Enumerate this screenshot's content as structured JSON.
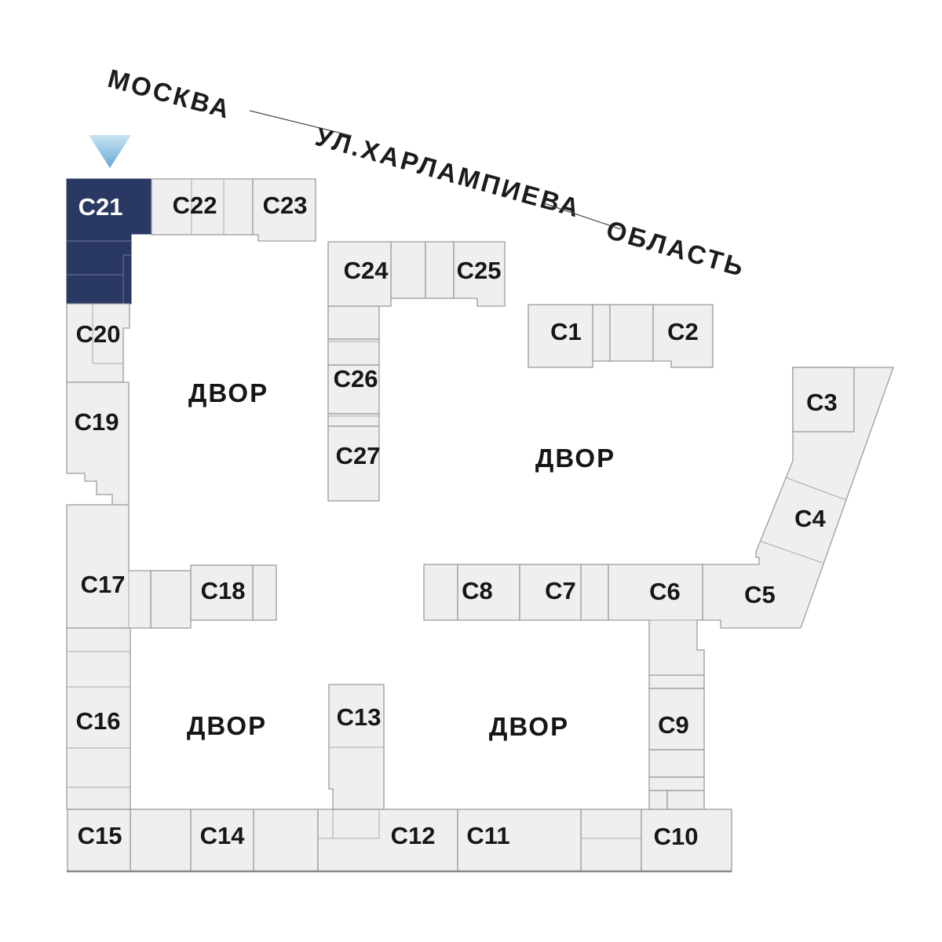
{
  "streets": {
    "moskva": "МОСКВА",
    "kharlampieva": "УЛ.ХАРЛАМПИЕВА",
    "oblast": "ОБЛАСТЬ"
  },
  "courtyards": [
    {
      "label": "ДВОР"
    },
    {
      "label": "ДВОР"
    },
    {
      "label": "ДВОР"
    },
    {
      "label": "ДВОР"
    }
  ],
  "buildings": [
    {
      "id": "C1",
      "label": "C1",
      "selected": false
    },
    {
      "id": "C2",
      "label": "C2",
      "selected": false
    },
    {
      "id": "C3",
      "label": "C3",
      "selected": false
    },
    {
      "id": "C4",
      "label": "C4",
      "selected": false
    },
    {
      "id": "C5",
      "label": "C5",
      "selected": false
    },
    {
      "id": "C6",
      "label": "C6",
      "selected": false
    },
    {
      "id": "C7",
      "label": "C7",
      "selected": false
    },
    {
      "id": "C8",
      "label": "C8",
      "selected": false
    },
    {
      "id": "C9",
      "label": "C9",
      "selected": false
    },
    {
      "id": "C10",
      "label": "C10",
      "selected": false
    },
    {
      "id": "C11",
      "label": "C11",
      "selected": false
    },
    {
      "id": "C12",
      "label": "C12",
      "selected": false
    },
    {
      "id": "C13",
      "label": "C13",
      "selected": false
    },
    {
      "id": "C14",
      "label": "C14",
      "selected": false
    },
    {
      "id": "C15",
      "label": "C15",
      "selected": false
    },
    {
      "id": "C16",
      "label": "C16",
      "selected": false
    },
    {
      "id": "C17",
      "label": "C17",
      "selected": false
    },
    {
      "id": "C18",
      "label": "C18",
      "selected": false
    },
    {
      "id": "C19",
      "label": "C19",
      "selected": false
    },
    {
      "id": "C20",
      "label": "C20",
      "selected": false
    },
    {
      "id": "C21",
      "label": "C21",
      "selected": true
    },
    {
      "id": "C22",
      "label": "C22",
      "selected": false
    },
    {
      "id": "C23",
      "label": "C23",
      "selected": false
    },
    {
      "id": "C24",
      "label": "C24",
      "selected": false
    },
    {
      "id": "C25",
      "label": "C25",
      "selected": false
    },
    {
      "id": "C26",
      "label": "C26",
      "selected": false
    },
    {
      "id": "C27",
      "label": "C27",
      "selected": false
    }
  ],
  "colors": {
    "background": "#ffffff",
    "building_fill": "#efefef",
    "building_stroke": "#9c9c9c",
    "selected_fill": "#2a3864",
    "selected_text": "#ffffff",
    "label_text": "#161616",
    "arrow_top": "#c9e4f2",
    "arrow_bottom": "#66a7d6"
  }
}
